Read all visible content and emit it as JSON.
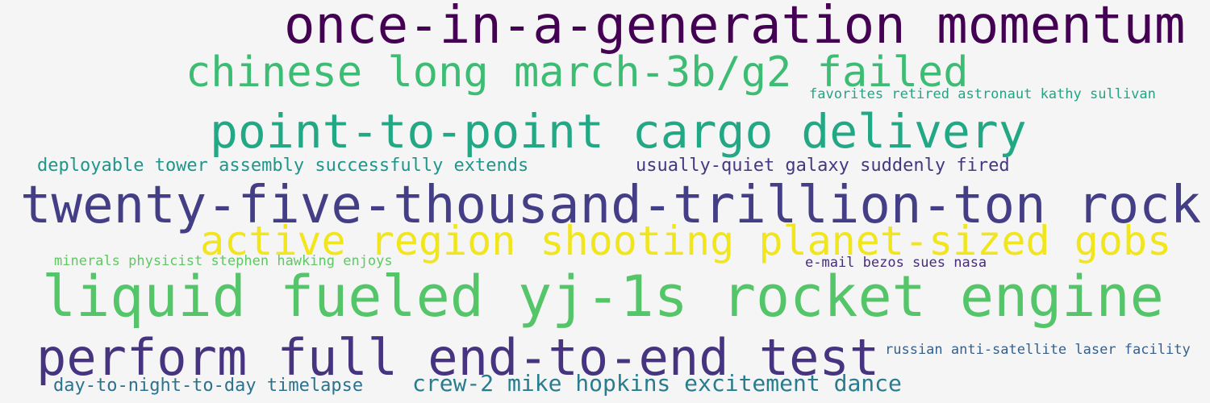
{
  "cloud": {
    "background": "#f5f5f5",
    "words": [
      {
        "text": "once-in-a-generation momentum",
        "color": "#440154"
      },
      {
        "text": "chinese long march-3b/g2 failed",
        "color": "#3dbc74"
      },
      {
        "text": "favorites retired astronaut kathy sullivan",
        "color": "#21a585"
      },
      {
        "text": "point-to-point cargo delivery",
        "color": "#22a884"
      },
      {
        "text": "deployable tower assembly successfully extends",
        "color": "#1f968b"
      },
      {
        "text": "usually-quiet galaxy suddenly fired",
        "color": "#453781"
      },
      {
        "text": "twenty-five-thousand-trillion-ton rock",
        "color": "#433e85"
      },
      {
        "text": "active region shooting planet-sized gobs",
        "color": "#f1e51d"
      },
      {
        "text": "minerals physicist stephen hawking enjoys",
        "color": "#5ec962"
      },
      {
        "text": "e-mail bezos sues nasa",
        "color": "#472d7b"
      },
      {
        "text": "liquid fueled yj-1s rocket engine",
        "color": "#54c568"
      },
      {
        "text": "perform full end-to-end test",
        "color": "#463480"
      },
      {
        "text": "russian anti-satellite laser facility",
        "color": "#355f8d"
      },
      {
        "text": "crew-2 mike hopkins excitement dance",
        "color": "#287c8e"
      },
      {
        "text": "day-to-night-to-day timelapse",
        "color": "#2c728e"
      }
    ]
  }
}
